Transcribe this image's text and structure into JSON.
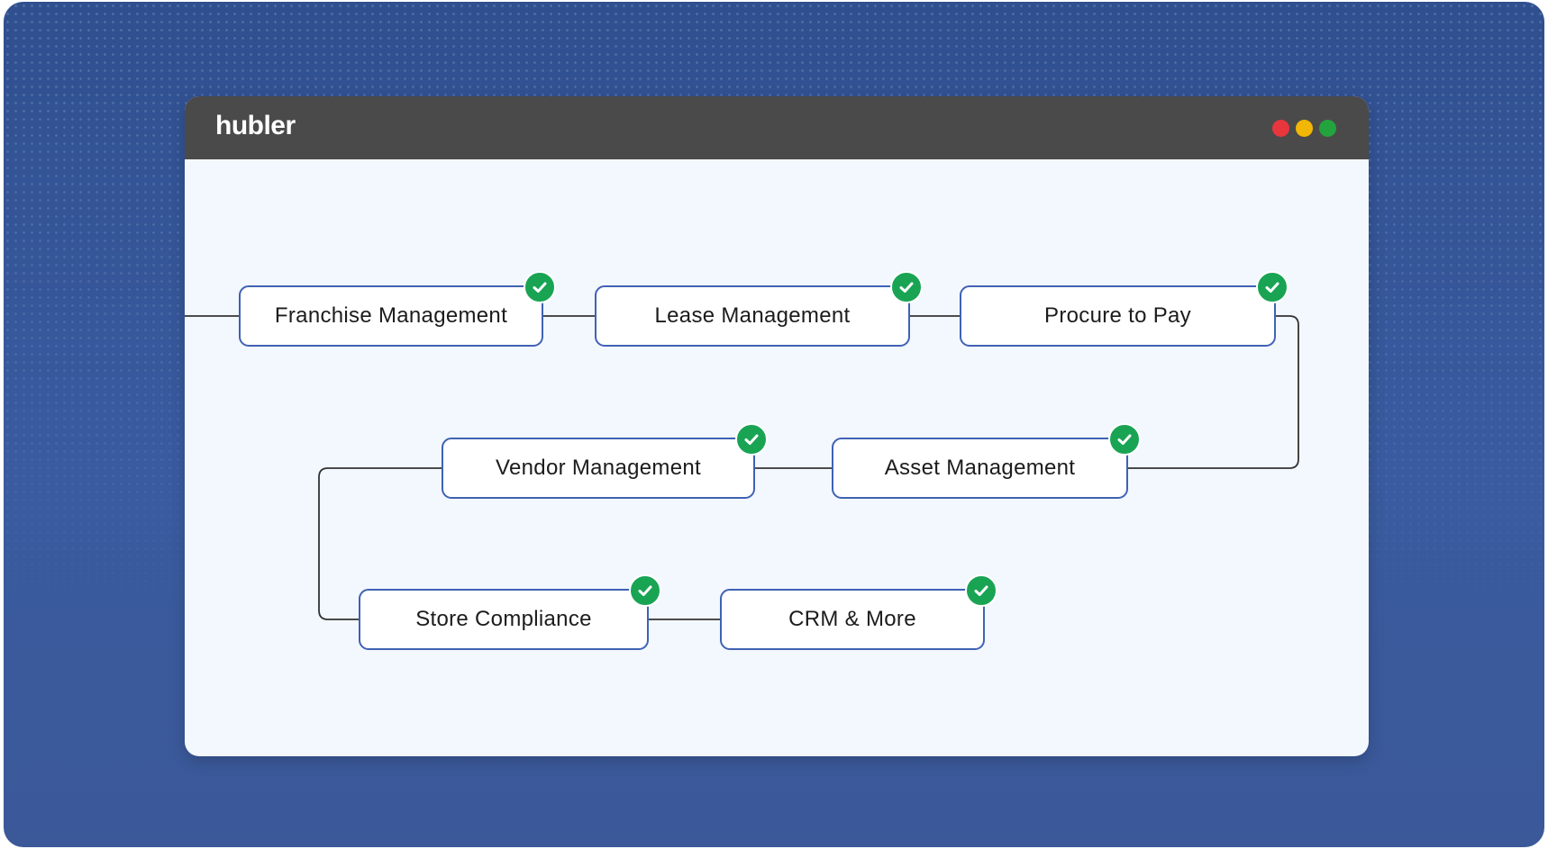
{
  "window": {
    "logo_text": "hubler",
    "traffic_lights": [
      "red",
      "yellow",
      "green"
    ]
  },
  "flow": {
    "nodes": [
      {
        "label": "Franchise Management",
        "completed": true
      },
      {
        "label": "Lease Management",
        "completed": true
      },
      {
        "label": "Procure to Pay",
        "completed": true
      },
      {
        "label": "Asset Management",
        "completed": true
      },
      {
        "label": "Vendor Management",
        "completed": true
      },
      {
        "label": "Store Compliance",
        "completed": true
      },
      {
        "label": "CRM & More",
        "completed": true
      }
    ],
    "connections": [
      [
        "Franchise Management",
        "Lease Management"
      ],
      [
        "Lease Management",
        "Procure to Pay"
      ],
      [
        "Procure to Pay",
        "Asset Management"
      ],
      [
        "Asset Management",
        "Vendor Management"
      ],
      [
        "Vendor Management",
        "Store Compliance"
      ],
      [
        "Store Compliance",
        "CRM & More"
      ]
    ]
  },
  "colors": {
    "background": "#3a5ba0",
    "titlebar": "#4a4a4a",
    "canvas": "#f3f7fe",
    "node_border": "#3f62b3",
    "check": "#19a454",
    "connector": "#333333"
  },
  "icons": {
    "check": "check-circle-icon"
  }
}
